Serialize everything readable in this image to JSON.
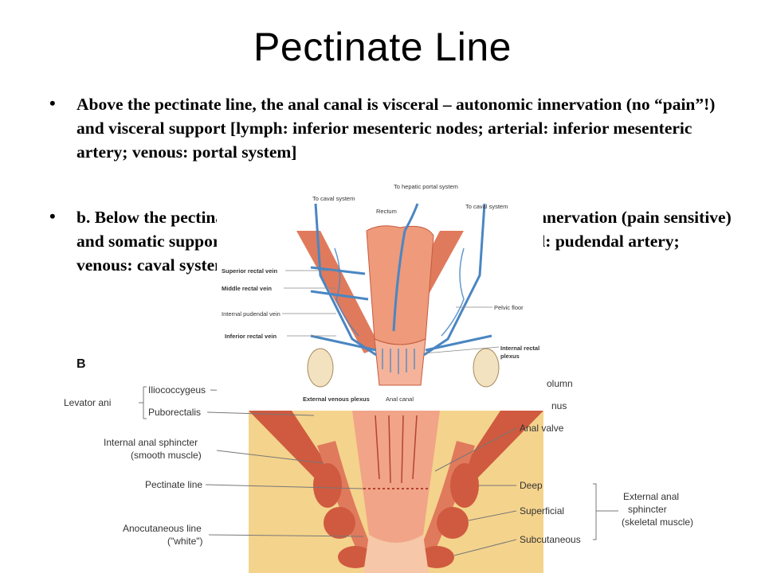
{
  "slide": {
    "title": "Pectinate Line",
    "bullets": [
      "Above the pectinate line, the anal canal is visceral – autonomic innervation (no “pain”!) and visceral support [lymph: inferior mesenteric nodes; arterial: inferior mesenteric artery; venous: portal system]",
      "b. Below the pectinate line, the anal canal is somatic – somatic innervation (pain sensitive) and somatic support [lymph: superficial inguinal nodes; arterial: pudendal artery; venous: caval system]"
    ]
  },
  "top_figure": {
    "labels": {
      "to_caval_left": "To caval system",
      "to_hepatic": "To hepatic portal system",
      "to_caval_right": "To caval system",
      "rectum": "Rectum",
      "superior_rectal_vein": "Superior rectal vein",
      "middle_rectal_vein": "Middle rectal vein",
      "internal_pudendal_vein": "Internal pudendal vein",
      "inferior_rectal_vein": "Inferior rectal vein",
      "pelvic_floor": "Pelvic floor",
      "internal_rectal_plexus_1": "Internal rectal",
      "internal_rectal_plexus_2": "plexus",
      "external_venous_plexus": "External venous plexus",
      "anal_canal": "Anal canal"
    }
  },
  "bottom_figure": {
    "labels": {
      "panel_letter": "B",
      "levator_ani": "Levator ani",
      "iliococcygeus": "Iliococcygeus",
      "puborectalis": "Puborectalis",
      "internal_sphincter_1": "Internal anal sphincter",
      "internal_sphincter_2": "(smooth muscle)",
      "pectinate_line": "Pectinate line",
      "anocutaneous_1": "Anocutaneous line",
      "anocutaneous_2": "(\"white\")",
      "anal_column": "olumn",
      "anal_sinus": "nus",
      "anal_valve": "Anal valve",
      "deep": "Deep",
      "superficial": "Superficial",
      "subcutaneous": "Subcutaneous",
      "external_sphincter_1": "External anal",
      "external_sphincter_2": "sphincter",
      "external_sphincter_3": "(skeletal muscle)"
    }
  },
  "colors": {
    "vein": "#4a86c2",
    "muscle": "#cf5a3f",
    "mucosa": "#f1a488",
    "fat": "#f4d38c",
    "skin": "#f6c7a8"
  }
}
